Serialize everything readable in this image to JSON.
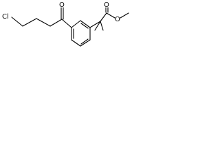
{
  "molecule": {
    "atoms": {
      "chlorine": "Cl",
      "ketone_oxygen": "O",
      "ester_carbonyl_oxygen": "O",
      "ester_ether_oxygen": "O"
    }
  },
  "colors": {
    "bond": "#000000",
    "label": "#000000",
    "background": "#ffffff"
  }
}
